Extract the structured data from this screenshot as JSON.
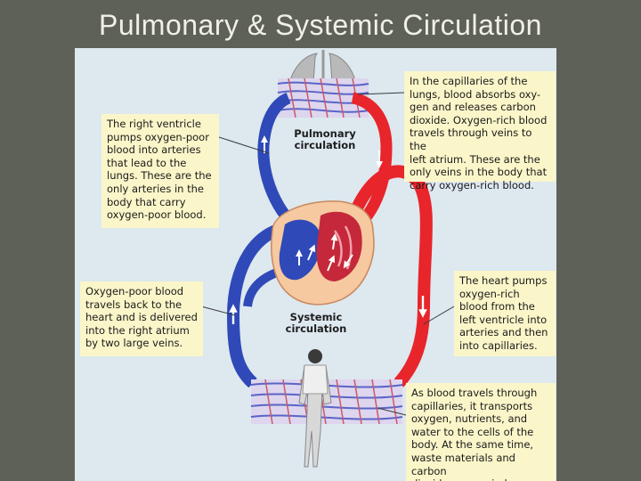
{
  "slide": {
    "title": "Pulmonary & Systemic Circulation"
  },
  "diagram": {
    "labels": {
      "pulmonary": "Pulmonary\ncirculation",
      "systemic": "Systemic\ncirculation"
    },
    "callouts": {
      "lungs_capillaries": "In the capillaries of the\nlungs, blood absorbs oxy-\ngen and releases carbon\ndioxide. Oxygen-rich blood\ntravels through veins to the\nleft atrium. These are the\nonly veins in the body that\ncarry oxygen-rich blood.",
      "right_ventricle": "The right ventricle\npumps oxygen-poor\nblood into arteries\nthat lead to the\nlungs. These are the\nonly arteries in the\nbody that carry\noxygen-poor blood.",
      "oxygen_poor_return": "Oxygen-poor blood\ntravels back to the\nheart and is delivered\ninto the right atrium\nby two large veins.",
      "heart_pumps": "The heart pumps\noxygen-rich\nblood from the\nleft ventricle into\narteries and then\ninto capillaries.",
      "body_capillaries": "As blood travels through\ncapillaries, it transports\noxygen, nutrients, and\nwater to the cells of the\nbody. At the same time,\nwaste materials and carbon\ndioxide are carried away."
    },
    "colors": {
      "oxygen_rich": "#e8252b",
      "oxygen_poor": "#2f49b8",
      "heart_wall": "#f6c9a0",
      "callout_bg": "#fbf6c9"
    }
  }
}
